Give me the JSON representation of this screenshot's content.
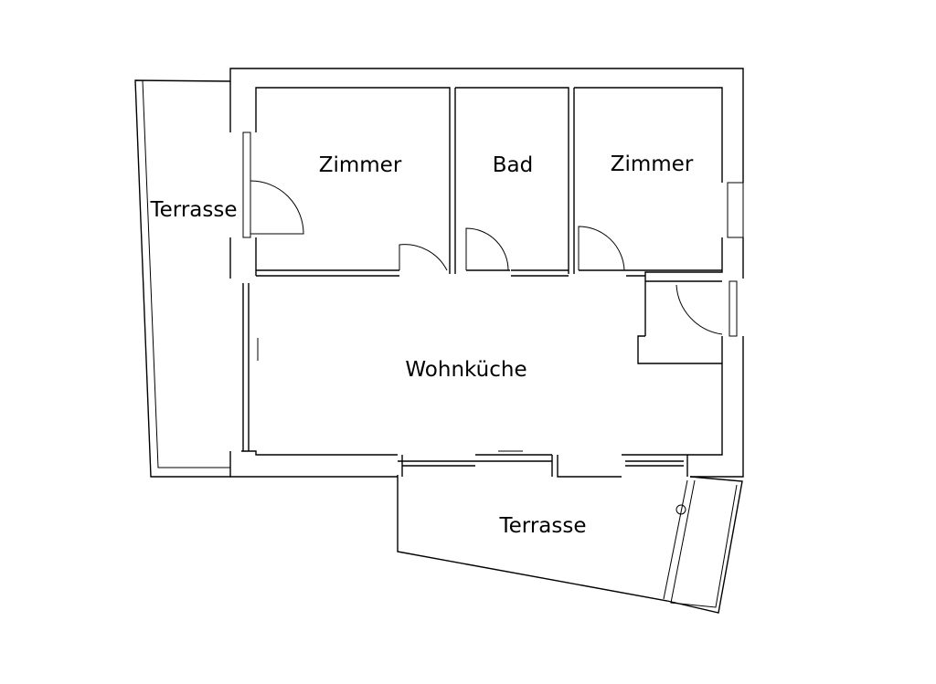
{
  "rooms": {
    "room_left": "Zimmer",
    "bath": "Bad",
    "room_right": "Zimmer",
    "living_kitchen": "Wohnküche",
    "terrace_west": "Terrasse",
    "terrace_south": "Terrasse"
  }
}
